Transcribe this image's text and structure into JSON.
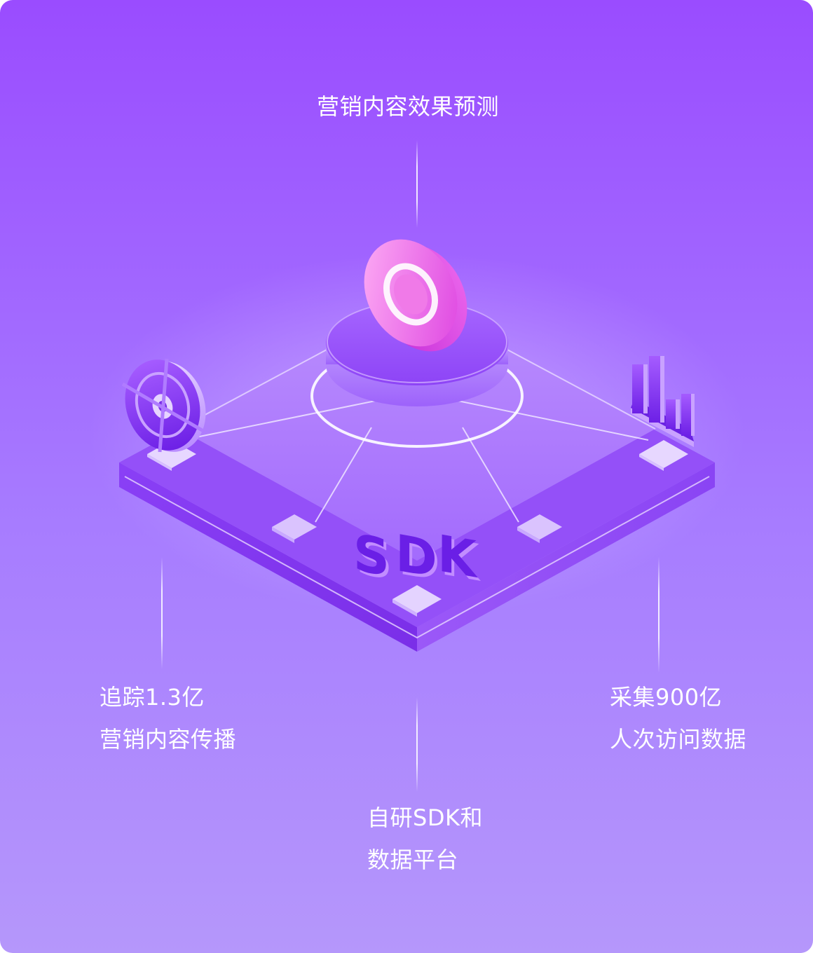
{
  "labels": {
    "top": "营销内容效果预测",
    "left_line1": "追踪1.3亿",
    "left_line2": "营销内容传播",
    "bottom_line1": "自研SDK和",
    "bottom_line2": "数据平台",
    "right_line1": "采集900亿",
    "right_line2": "人次访问数据"
  },
  "platform_text": "SDK",
  "icons": [
    "target-icon",
    "disc-icon",
    "bar-chart-icon",
    "sdk-letters"
  ],
  "colors": {
    "background_top": "#9a4cff",
    "background_bottom": "#b597fb",
    "platform": "#8e3ef7",
    "accent_pink": "#f06ee8"
  }
}
